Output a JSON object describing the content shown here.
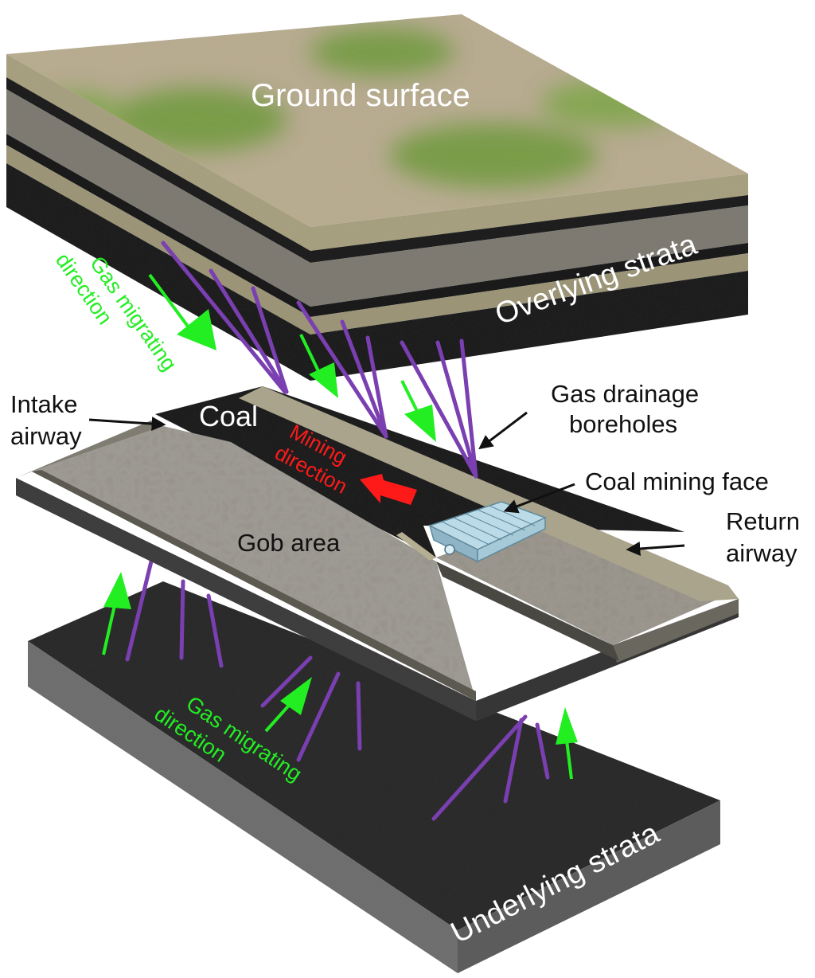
{
  "labels": {
    "ground_surface": "Ground surface",
    "overlying_strata": "Overlying strata",
    "underlying_strata": "Underlying strata",
    "coal": "Coal",
    "mining_direction_line1": "Mining",
    "mining_direction_line2": "direction",
    "gas_drainage_line1": "Gas drainage",
    "gas_drainage_line2": "boreholes",
    "coal_mining_face": "Coal mining face",
    "return_airway_line1": "Return",
    "return_airway_line2": "airway",
    "intake_airway_line1": "Intake",
    "intake_airway_line2": "airway",
    "gob_area": "Gob area",
    "gas_migrating_top_line1": "Gas migrating",
    "gas_migrating_top_line2": "direction",
    "gas_migrating_bottom_line1": "Gas migrating",
    "gas_migrating_bottom_line2": "direction"
  },
  "colors": {
    "gas_arrow": "#22ee22",
    "mining_arrow": "#ff1a1a",
    "borehole": "#7a3fb0",
    "coal": "#1c1c1c",
    "grass": "#6f9a3c",
    "sandstone": "#a69f7f",
    "rock": "#7d7a72"
  }
}
